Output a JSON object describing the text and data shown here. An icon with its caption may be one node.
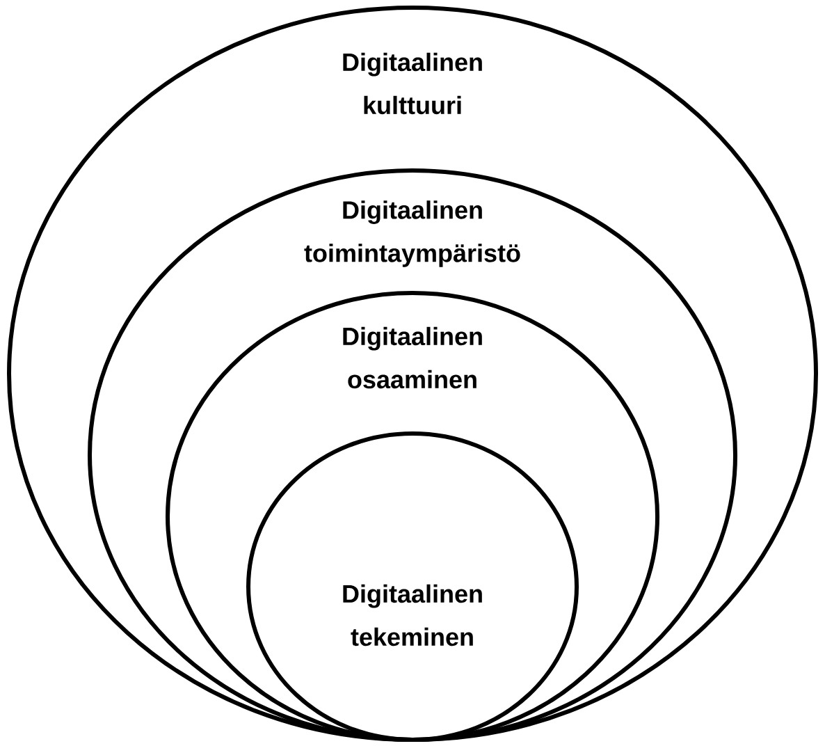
{
  "diagram": {
    "nodes": [
      {
        "text": [
          "Digitaalinen kulttuuri"
        ]
      },
      {
        "text": [
          "Digitaalinen toimintaympäristö"
        ],
        "in": 0
      },
      {
        "text": [
          "Digitaalinen osaaminen"
        ],
        "in": 1
      },
      {
        "text": [
          "Digitaalinen tekeminen"
        ],
        "in": 2
      }
    ]
  }
}
